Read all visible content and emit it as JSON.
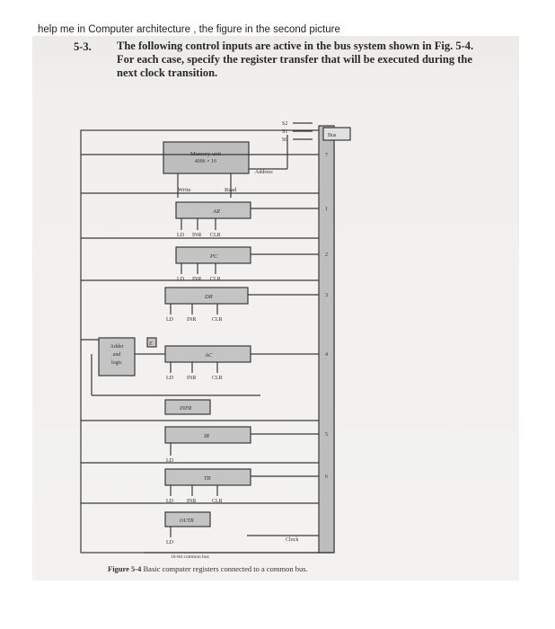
{
  "question": "help me in Computer architecture , the figure in the second picture",
  "problem": {
    "number": "5-3.",
    "line1": "The following control inputs are active in the bus system shown in Fig. 5-4.",
    "line2": "For each case, specify the register transfer that will be executed during the",
    "line3": "next clock transition."
  },
  "figure": {
    "memory_title": "Memory unit",
    "memory_size": "4096 × 16",
    "write": "Write",
    "read": "Read",
    "address": "Address",
    "bus": "Bus",
    "selects": [
      "S2",
      "S1",
      "S0"
    ],
    "registers": [
      "AR",
      "PC",
      "DR",
      "AC",
      "INPR",
      "IR",
      "TR",
      "OUTR"
    ],
    "adder": [
      "Adder",
      "and",
      "logic"
    ],
    "e_flag": "E",
    "ld": "LD",
    "inr": "INR",
    "clr": "CLR",
    "bus_numbers": [
      "7",
      "1",
      "2",
      "3",
      "4",
      "5",
      "6"
    ],
    "clock": "Clock",
    "common_bus": "16-bit common bus",
    "caption_label": "Figure 5-4",
    "caption_text": "Basic computer registers connected to a common bus."
  }
}
